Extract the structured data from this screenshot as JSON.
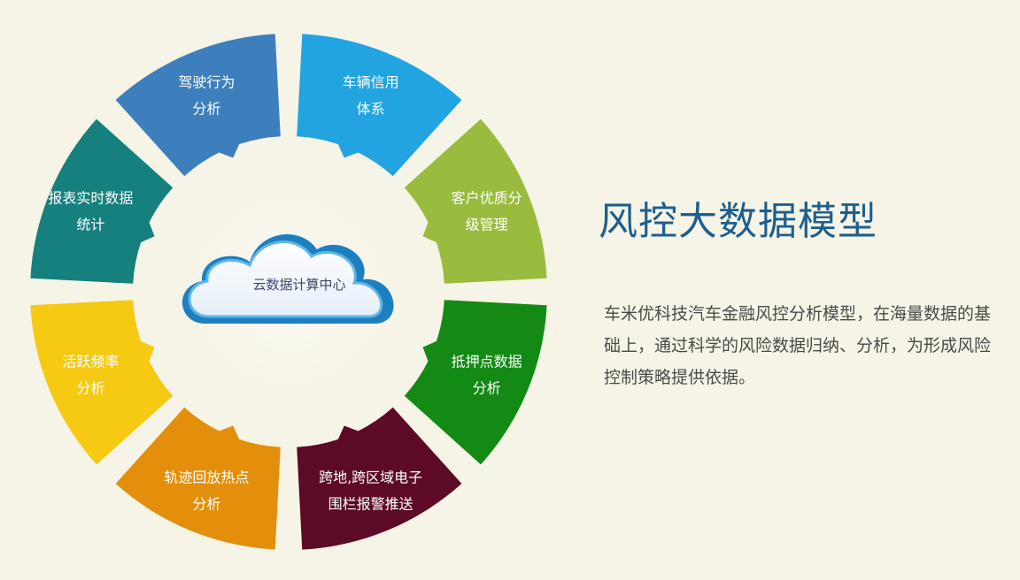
{
  "center_label": "云数据计算中心",
  "segments": [
    {
      "id": "driving",
      "lines": [
        "驾驶行为",
        "分析"
      ],
      "color": "#3d7fbd"
    },
    {
      "id": "credit",
      "lines": [
        "车辆信用",
        "体系"
      ],
      "color": "#22a4e0"
    },
    {
      "id": "customer",
      "lines": [
        "客户优质分",
        "级管理"
      ],
      "color": "#99bc3e"
    },
    {
      "id": "collateral",
      "lines": [
        "抵押点数据",
        "分析"
      ],
      "color": "#138a14"
    },
    {
      "id": "fence",
      "lines": [
        "跨地,跨区域电子",
        "围栏报警推送"
      ],
      "color": "#5c0a26"
    },
    {
      "id": "track",
      "lines": [
        "轨迹回放热点",
        "分析"
      ],
      "color": "#e38f0c"
    },
    {
      "id": "activity",
      "lines": [
        "活跃频率",
        "分析"
      ],
      "color": "#f6c912"
    },
    {
      "id": "report",
      "lines": [
        "报表实时数据",
        "统计"
      ],
      "color": "#16807e"
    }
  ],
  "title": "风控大数据模型",
  "description": "车米优科技汽车金融风控分析模型，在海量数据的基础上，通过科学的风险数据归纳、分析，为形成风险控制策略提供依据。"
}
